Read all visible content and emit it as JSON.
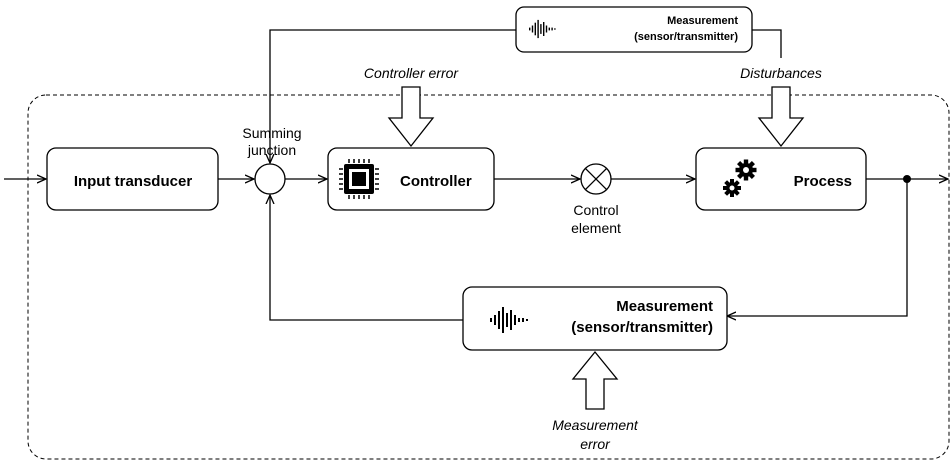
{
  "blocks": {
    "input_transducer": "Input transducer",
    "controller": "Controller",
    "process": "Process",
    "measurement_main_line1": "Measurement",
    "measurement_main_line2": "(sensor/transmitter)",
    "measurement_top_line1": "Measurement",
    "measurement_top_line2": "(sensor/transmitter)"
  },
  "labels": {
    "summing_line1": "Summing",
    "summing_line2": "junction",
    "control_element_line1": "Control",
    "control_element_line2": "element",
    "controller_error": "Controller error",
    "disturbances": "Disturbances",
    "measurement_error_line1": "Measurement",
    "measurement_error_line2": "error"
  },
  "icons": {
    "controller": "chip-icon",
    "process": "gears-icon",
    "measurement": "waveform-icon"
  },
  "colors": {
    "stroke": "#000000",
    "fill": "#ffffff"
  }
}
